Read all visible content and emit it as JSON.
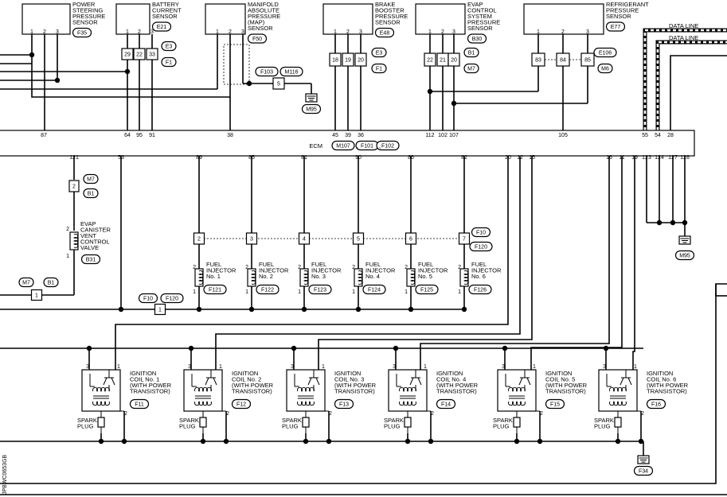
{
  "figure_id": "JPBWC0653GB",
  "ecm": {
    "label": "ECM",
    "connectors": [
      "M107",
      "F101",
      "F102"
    ]
  },
  "top_components": [
    {
      "key": "ps",
      "name_lines": [
        "POWER",
        "STEERING",
        "PRESSURE",
        "SENSOR"
      ],
      "conn": "F35",
      "pins": [
        "1",
        "2",
        "3"
      ]
    },
    {
      "key": "bc",
      "name_lines": [
        "BATTERY",
        "CURRENT",
        "SENSOR"
      ],
      "conn": "E21",
      "pins": [
        "1",
        "2",
        "3"
      ],
      "splice_pins": [
        "29",
        "22",
        "33"
      ],
      "splice_conns": [
        "E3",
        "F1"
      ]
    },
    {
      "key": "map",
      "name_lines": [
        "MANIFOLD",
        "ABSOLUTE",
        "PRESSURE",
        "(MAP)",
        "SENSOR"
      ],
      "conn": "F50",
      "pins": [
        "1",
        "2",
        "3"
      ]
    },
    {
      "key": "bb",
      "name_lines": [
        "BRAKE",
        "BOOSTER",
        "PRESSURE",
        "SENSOR"
      ],
      "conn": "E48",
      "pins": [
        "1",
        "2",
        "3"
      ],
      "splice_pins": [
        "18",
        "19",
        "20"
      ],
      "splice_conns": [
        "E3",
        "F1"
      ]
    },
    {
      "key": "evap",
      "name_lines": [
        "EVAP",
        "CONTROL",
        "SYSTEM",
        "PRESSURE",
        "SENSOR"
      ],
      "conn": "B30",
      "pins": [
        "1",
        "2",
        "3"
      ],
      "splice_pins": [
        "22",
        "21",
        "20"
      ],
      "splice_conns": [
        "B1",
        "M7"
      ]
    },
    {
      "key": "ref",
      "name_lines": [
        "REFRIGERANT",
        "PRESSURE",
        "SENSOR"
      ],
      "conn": "E77",
      "pins": [
        "1",
        "2",
        "3"
      ],
      "splice_pins": [
        "83",
        "84",
        "85"
      ],
      "splice_conns": [
        "E106",
        "M6"
      ]
    }
  ],
  "map_joint": {
    "pin": "5",
    "conns": [
      "F103",
      "M116"
    ],
    "ground": "M95"
  },
  "ecm_top_pins": [
    "87",
    "64",
    "95",
    "91",
    "38",
    "45",
    "39",
    "36",
    "112",
    "102",
    "107",
    "105",
    "55",
    "54",
    "28"
  ],
  "ecm_bottom_pins": [
    "121",
    "53",
    "89",
    "85",
    "81",
    "90",
    "86",
    "82",
    "20",
    "12",
    "15",
    "16",
    "11",
    "19",
    "123",
    "124",
    "127",
    "128"
  ],
  "data_lines": [
    "DATA LINE",
    "DATA LINE"
  ],
  "ecm_ground": "M95",
  "evap_valve": {
    "name_lines": [
      "EVAP",
      "CANISTER",
      "VENT",
      "CONTROL",
      "VALVE"
    ],
    "conn": "B31",
    "pins": [
      "2",
      "1"
    ],
    "splice_pin": "2",
    "splice_conns": [
      "M7",
      "B1"
    ]
  },
  "left_joint": {
    "pin": "1",
    "conns": [
      "M7",
      "B1"
    ]
  },
  "injector_joint": {
    "pin": "1",
    "conns": [
      "F10",
      "F120"
    ]
  },
  "injector_row_conns": [
    "F10",
    "F120"
  ],
  "injectors": [
    {
      "row_pin": "2",
      "name_lines": [
        "FUEL",
        "INJECTOR",
        "No. 1"
      ],
      "conn": "F121"
    },
    {
      "row_pin": "3",
      "name_lines": [
        "FUEL",
        "INJECTOR",
        "No. 2"
      ],
      "conn": "F122"
    },
    {
      "row_pin": "4",
      "name_lines": [
        "FUEL",
        "INJECTOR",
        "No. 3"
      ],
      "conn": "F123"
    },
    {
      "row_pin": "5",
      "name_lines": [
        "FUEL",
        "INJECTOR",
        "No. 4"
      ],
      "conn": "F124"
    },
    {
      "row_pin": "6",
      "name_lines": [
        "FUEL",
        "INJECTOR",
        "No. 5"
      ],
      "conn": "F125"
    },
    {
      "row_pin": "7",
      "name_lines": [
        "FUEL",
        "INJECTOR",
        "No. 6"
      ],
      "conn": "F126"
    }
  ],
  "injector_pins": [
    "2",
    "1"
  ],
  "coil_pins": [
    "3",
    "1",
    "2"
  ],
  "spark_plug_lines": [
    "SPARK",
    "PLUG"
  ],
  "coils": [
    {
      "name_lines": [
        "IGNITION",
        "COIL No. 1",
        "(WITH POWER",
        "TRANSISTOR)"
      ],
      "conn": "F11"
    },
    {
      "name_lines": [
        "IGNITION",
        "COIL No. 2",
        "(WITH POWER",
        "TRANSISTOR)"
      ],
      "conn": "F12"
    },
    {
      "name_lines": [
        "IGNITION",
        "COIL No. 3",
        "(WITH POWER",
        "TRANSISTOR)"
      ],
      "conn": "F13"
    },
    {
      "name_lines": [
        "IGNITION",
        "COIL No. 4",
        "(WITH POWER",
        "TRANSISTOR)"
      ],
      "conn": "F14"
    },
    {
      "name_lines": [
        "IGNITION",
        "COIL No. 5",
        "(WITH POWER",
        "TRANSISTOR)"
      ],
      "conn": "F15"
    },
    {
      "name_lines": [
        "IGNITION",
        "COIL No. 6",
        "(WITH POWER",
        "TRANSISTOR)"
      ],
      "conn": "F16"
    }
  ],
  "coil_ground": "F34"
}
